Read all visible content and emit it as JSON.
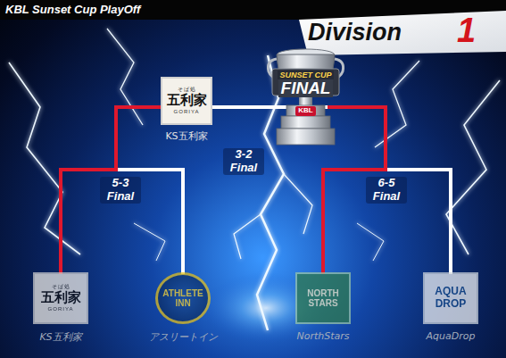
{
  "diagram": {
    "title": "KBL Sunset Cup PlayOff",
    "nodes": [
      {
        "text": [
          "そば処",
          "五利家",
          "GORIYA",
          "KS五利家"
        ]
      },
      {
        "text": [
          "SUNSET CUP",
          "FINAL",
          "KBL"
        ]
      },
      {
        "text": [
          "そば処",
          "五利家",
          "GORIYA",
          "KS五利家"
        ]
      },
      {
        "text": [
          "ATHLETE INN",
          "アスリートイン"
        ]
      },
      {
        "text": [
          "NORTH STARS",
          "NorthStars"
        ]
      },
      {
        "text": [
          "AQUA DROP",
          "AquaDrop"
        ]
      }
    ],
    "edges": [
      {
        "from": 2,
        "to": 0,
        "arrow": "none"
      },
      {
        "from": 3,
        "to": 0,
        "arrow": "none"
      },
      {
        "from": 4,
        "to": 0,
        "arrow": "none"
      },
      {
        "from": 5,
        "to": 0,
        "arrow": "none"
      }
    ],
    "labels": [
      "Division",
      "1",
      "5-3 Final",
      "3-2 Final",
      "6-5 Final"
    ]
  }
}
